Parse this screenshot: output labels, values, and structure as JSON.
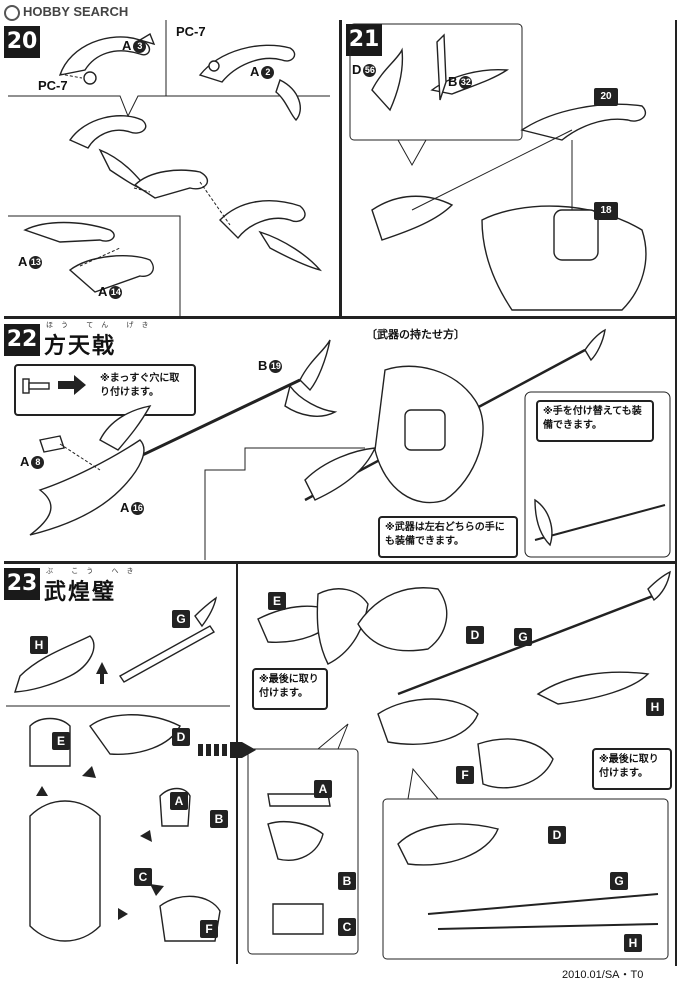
{
  "watermark": "HOBBY SEARCH",
  "footer_code": "2010.01/SA・T0",
  "step20": {
    "number": "20",
    "labels": [
      {
        "prefix": "A",
        "num": "3"
      },
      {
        "prefix": "PC-7",
        "num": ""
      },
      {
        "prefix": "PC-7",
        "num": ""
      },
      {
        "prefix": "A",
        "num": "2"
      },
      {
        "prefix": "A",
        "num": "13"
      },
      {
        "prefix": "A",
        "num": "14"
      }
    ]
  },
  "step21": {
    "number": "21",
    "labels": [
      {
        "prefix": "D",
        "num": "56"
      },
      {
        "prefix": "B",
        "num": "32"
      }
    ],
    "refs": [
      "20",
      "18"
    ]
  },
  "step22": {
    "number": "22",
    "title": "方天戟",
    "ruby": "ほう てん げき",
    "note_straight": "※まっすぐ穴に取り付けます。",
    "how_to_hold": "〔武器の持たせ方〕",
    "note_swap_hand": "※手を付け替えても装備できます。",
    "note_both_hands": "※武器は左右どちらの手にも装備できます。",
    "labels": [
      {
        "prefix": "B",
        "num": "19"
      },
      {
        "prefix": "A",
        "num": "8"
      },
      {
        "prefix": "A",
        "num": "16"
      }
    ]
  },
  "step23": {
    "number": "23",
    "title": "武煌璧",
    "ruby": "ぶ こう へき",
    "note_last_1": "※最後に取り付けます。",
    "note_last_2": "※最後に取り付けます。",
    "tags": [
      "H",
      "G",
      "E",
      "D",
      "A",
      "B",
      "C",
      "F",
      "E",
      "D",
      "G",
      "H",
      "F",
      "A",
      "B",
      "C",
      "D",
      "G",
      "H"
    ]
  }
}
